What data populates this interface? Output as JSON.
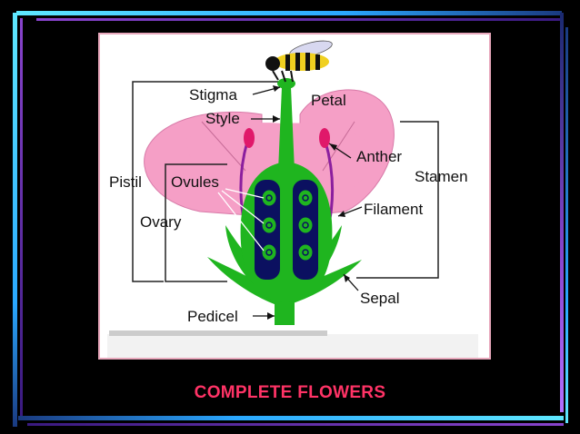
{
  "colors": {
    "background": "#000000",
    "bar_blue": "#2aa8ff",
    "bar_cyan": "#5fe8ff",
    "bar_purple": "#8844cc",
    "petal": "#f59fc6",
    "stem_green": "#1fb51f",
    "ovule_bg": "#0b1060",
    "filament": "#8b1f9e",
    "anther": "#e0186a",
    "caption": "#ff3366"
  },
  "diagram": {
    "labels": {
      "stigma": "Stigma",
      "style": "Style",
      "petal": "Petal",
      "anther": "Anther",
      "stamen": "Stamen",
      "pistil": "Pistil",
      "ovules": "Ovules",
      "filament": "Filament",
      "ovary": "Ovary",
      "sepal": "Sepal",
      "pedicel": "Pedicel"
    }
  },
  "caption": "COMPLETE FLOWERS"
}
